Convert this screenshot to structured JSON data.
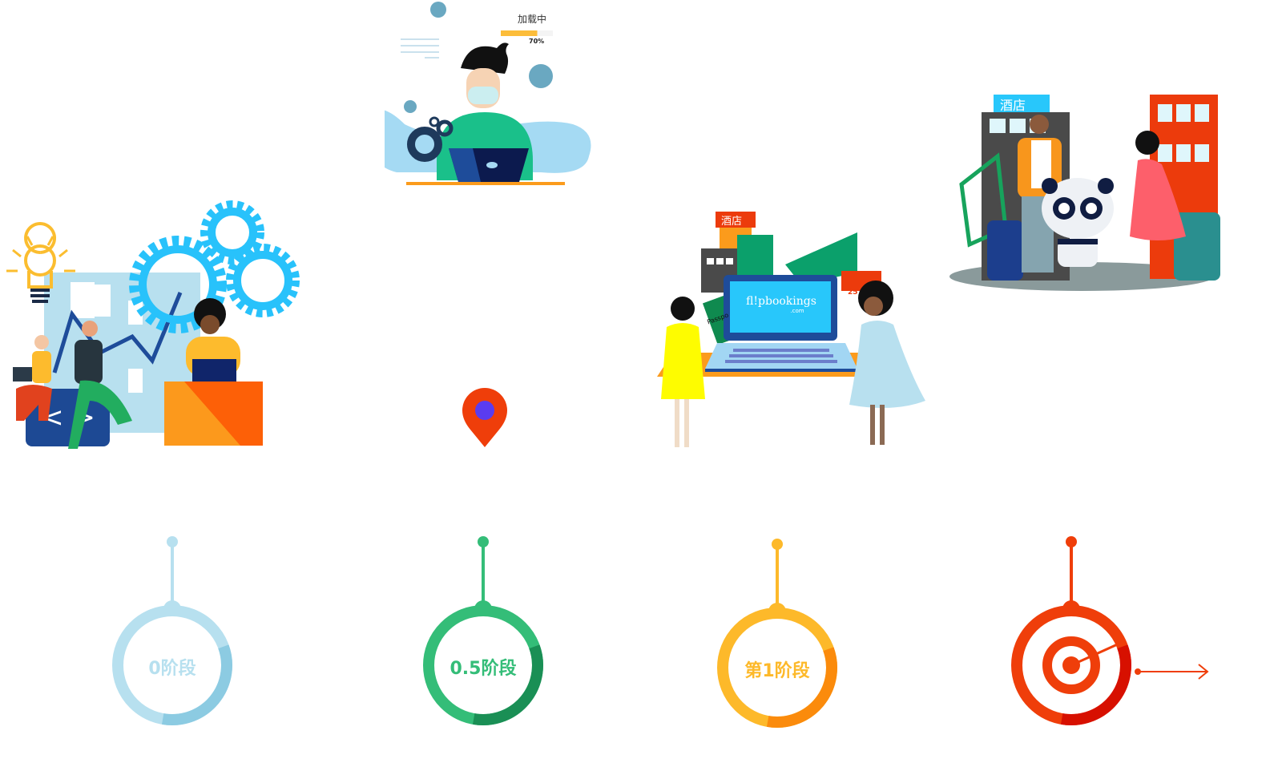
{
  "illustrations": {
    "remote_work": {
      "loading_label": "加载中",
      "loading_percent_label": "70%",
      "loading_progress": 0.7
    },
    "hotel_booking": {
      "hotel_sign": "酒店",
      "laptop_brand": "fl!pbookings",
      "laptop_brand_sub": ".com",
      "passport_label": "Passpo",
      "calendar_date": "25"
    },
    "hotel_checkin": {
      "hotel_sign": "酒店"
    }
  },
  "stages": [
    {
      "label": "0阶段",
      "color": "#b7e0ef",
      "accent": "#8ccbe2"
    },
    {
      "label": "0.5阶段",
      "color": "#34bd78",
      "accent": "#1a8f55"
    },
    {
      "label": "第1阶段",
      "color": "#fdb92a",
      "accent": "#fb8b0c"
    },
    {
      "label": "",
      "color": "#ef3e0a",
      "accent": "#d71000"
    }
  ],
  "colors": {
    "location_pin": "#ef3e0a",
    "location_pin_dot": "#5a3cf0"
  }
}
